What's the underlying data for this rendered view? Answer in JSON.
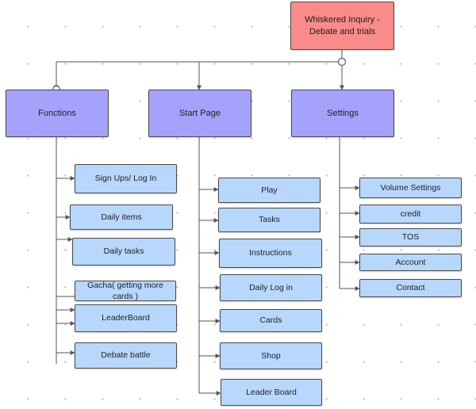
{
  "diagram": {
    "root": {
      "label": "Whiskered Inquiry - Debate and trials"
    },
    "sections": [
      {
        "label": "Functions",
        "items": [
          "Sign Ups/ Log In",
          "Daily items",
          "Daily tasks",
          "Gacha( getting more cards )",
          "LeaderBoard",
          "Debate battle"
        ]
      },
      {
        "label": "Start Page",
        "items": [
          "Play",
          "Tasks",
          "Instructions",
          "Daily Log in",
          "Cards",
          "Shop",
          "Leader Board"
        ]
      },
      {
        "label": "Settings",
        "items": [
          "Volume Settings",
          "credit",
          "TOS",
          "Account",
          "Contact"
        ]
      }
    ]
  },
  "colors": {
    "root_fill": "#f98b8a",
    "section_fill": "#a4a2fb",
    "leaf_fill": "#b7d7fc",
    "connector": "#555555"
  }
}
